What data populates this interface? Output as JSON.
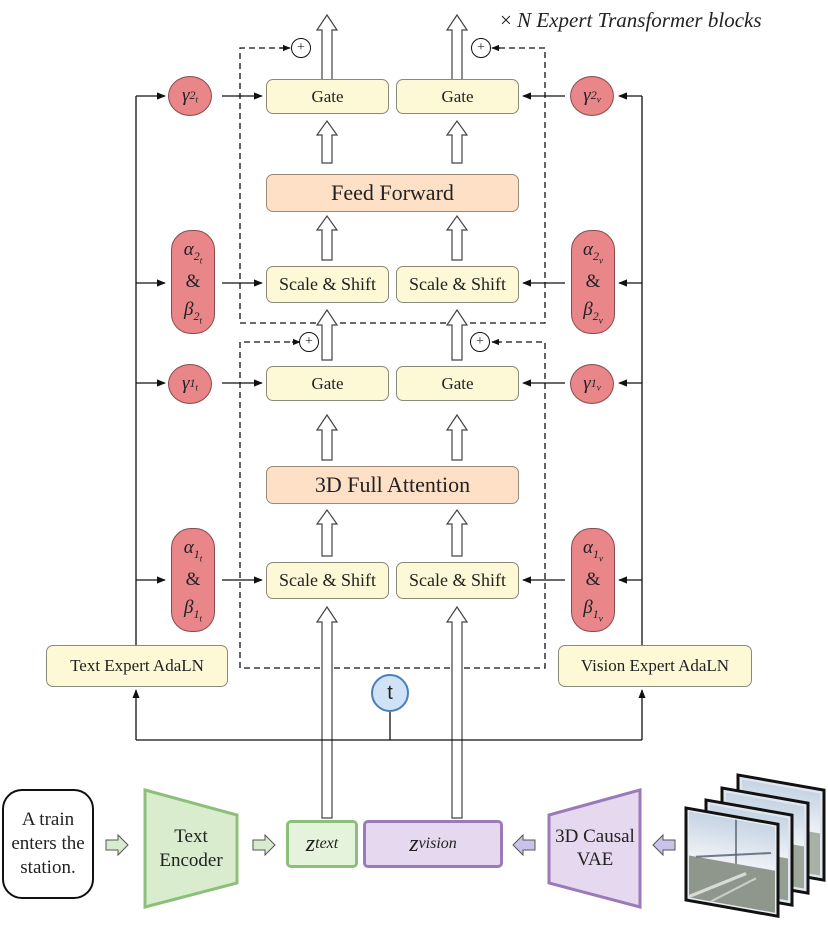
{
  "header_note": "N Expert Transformer blocks",
  "header_times": "×",
  "blocks": {
    "gate_label": "Gate",
    "scale_shift_label": "Scale & Shift",
    "feed_forward": "Feed Forward",
    "attention": "3D Full Attention"
  },
  "params": {
    "gamma": "γ",
    "alpha": "α",
    "beta": "β",
    "ampersand": "&",
    "idx_1": "1",
    "idx_2": "2",
    "sub_text": "t",
    "sub_vision": "v"
  },
  "adaln": {
    "text": "Text Expert AdaLN",
    "vision": "Vision Expert AdaLN"
  },
  "timestep": "t",
  "plus": "+",
  "input_prompt": "A train enters the station.",
  "text_encoder": "Text Encoder",
  "vae": "3D Causal VAE",
  "tokens": {
    "z": "z",
    "text_sub": "text",
    "vision_sub": "vision"
  },
  "colors": {
    "yellow_box": "#fdf8d6",
    "peach_box": "#fde0c6",
    "param_red": "#e8868a",
    "timestep_blue": "#cfe2f6",
    "text_green": "#8cc07a",
    "vision_purple": "#9a7ab8",
    "z_text_fill": "#e6f3dc",
    "z_vision_fill": "#e6d8ef"
  },
  "icons": [
    "frame-stack-image"
  ]
}
